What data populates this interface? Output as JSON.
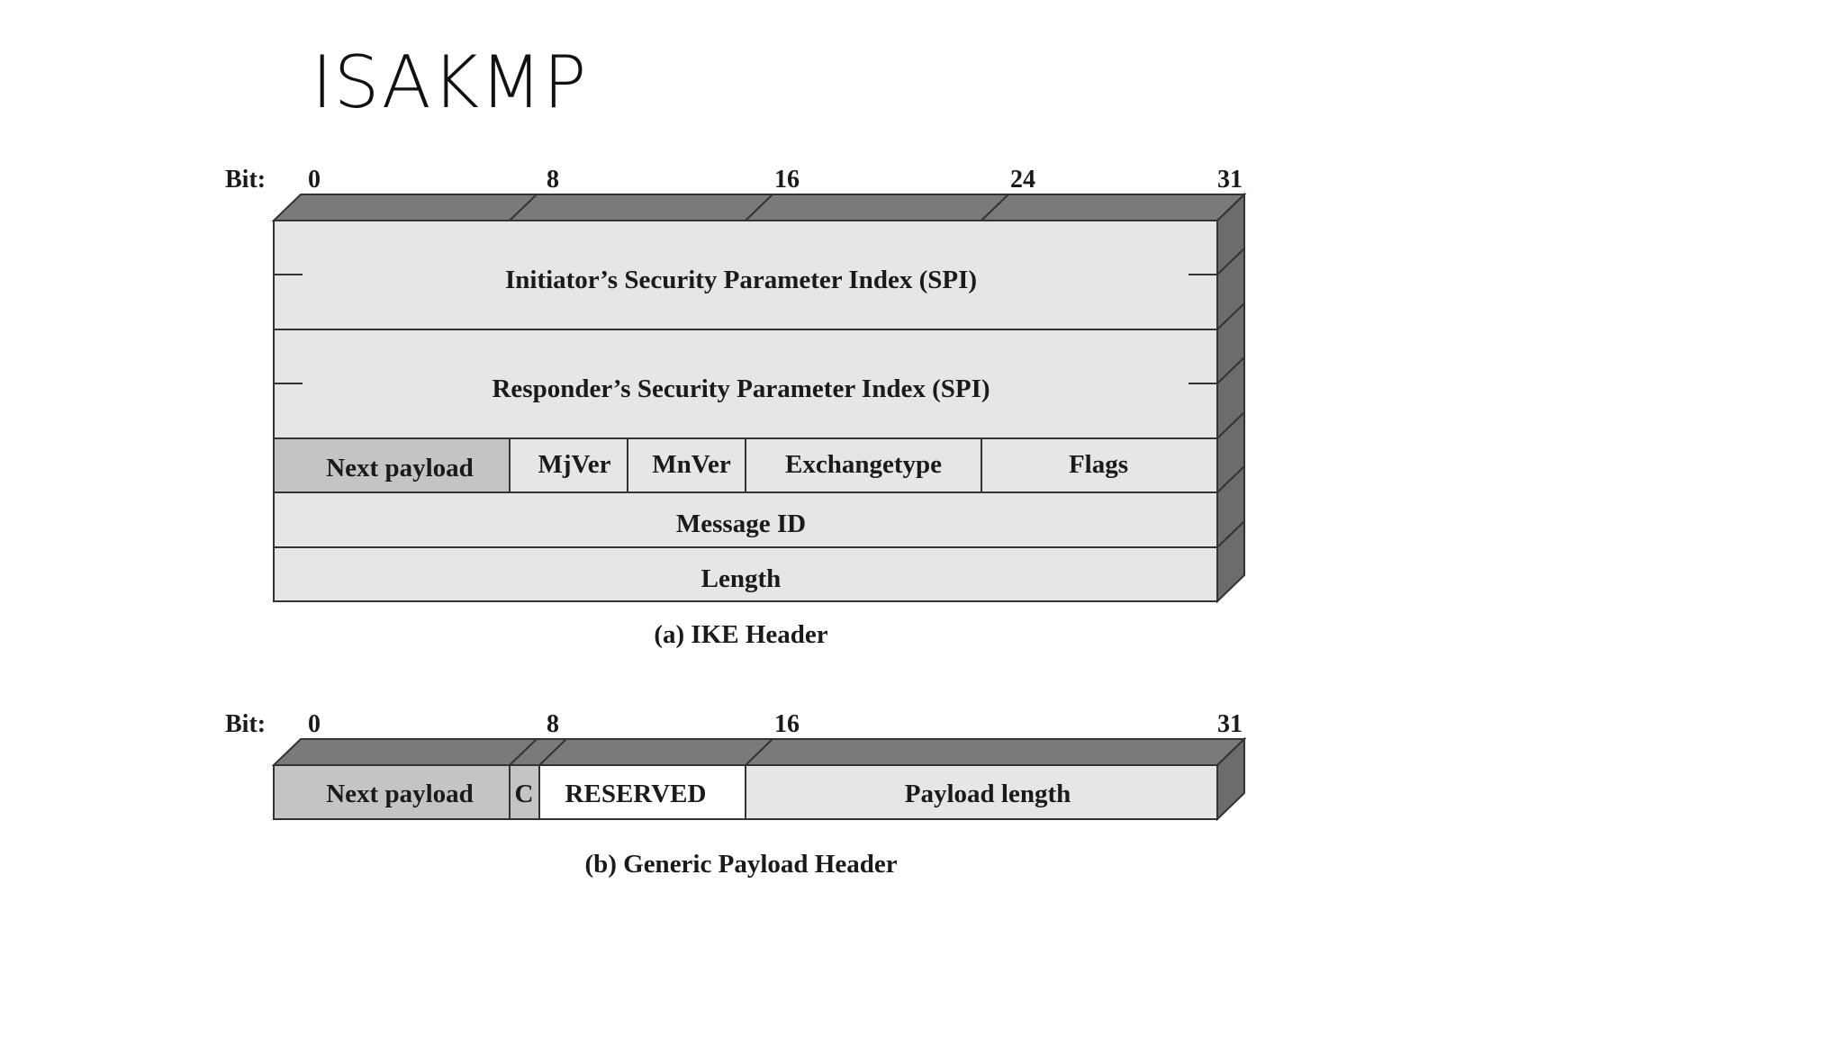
{
  "title": "ISAKMP",
  "diagrams": {
    "ike_header": {
      "bit_prefix": "Bit:",
      "bit_ticks": [
        "0",
        "8",
        "16",
        "24",
        "31"
      ],
      "rows": {
        "initiator_spi": "Initiator’s Security Parameter Index (SPI)",
        "responder_spi": "Responder’s Security Parameter Index (SPI)",
        "next_payload": "Next payload",
        "mjver": "MjVer",
        "mnver": "MnVer",
        "exchange_type": "Exchangetype",
        "flags": "Flags",
        "message_id": "Message ID",
        "length": "Length"
      },
      "caption": "(a) IKE Header"
    },
    "generic_payload_header": {
      "bit_prefix": "Bit:",
      "bit_ticks": [
        "0",
        "8",
        "16",
        "31"
      ],
      "fields": {
        "next_payload": "Next payload",
        "critical": "C",
        "reserved": "RESERVED",
        "payload_length": "Payload length"
      },
      "caption": "(b) Generic Payload Header"
    }
  },
  "colors": {
    "cell_light": "#e6e6e6",
    "cell_dark": "#c4c4c4",
    "cell_white": "#ffffff",
    "top_face": "#7a7a7a",
    "side_face": "#6c6c6c",
    "stroke": "#333333"
  }
}
